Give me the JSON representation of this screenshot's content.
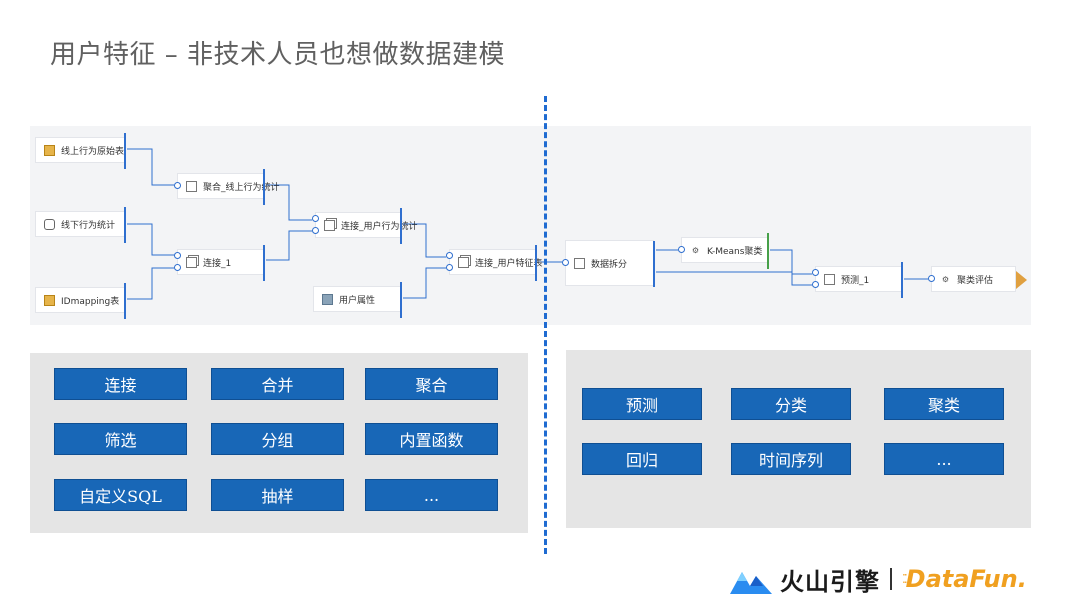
{
  "title": "用户特征 – 非技术人员也想做数据建模",
  "flow": {
    "nodes": {
      "online_raw": "线上行为原始表",
      "agg_online": "聚合_线上行为统计",
      "offline": "线下行为统计",
      "join_1": "连接_1",
      "join_user_stats": "连接_用户行为统计",
      "idmapping": "IDmapping表",
      "user_attr": "用户属性",
      "join_user_feat": "连接_用户特征表",
      "split": "数据拆分",
      "kmeans": "K-Means聚类",
      "predict": "预测_1",
      "cluster_eval": "聚类评估"
    }
  },
  "left_panel": {
    "ops": [
      "连接",
      "合并",
      "聚合",
      "筛选",
      "分组",
      "内置函数",
      "自定义SQL",
      "抽样",
      "..."
    ]
  },
  "right_panel": {
    "ops": [
      "预测",
      "分类",
      "聚类",
      "回归",
      "时间序列",
      "..."
    ]
  },
  "logo": {
    "brand": "火山引擎",
    "partner": "DataFun."
  },
  "colors": {
    "op_button": "#1867b7",
    "divider": "#1f6bd1",
    "panel_bg": "#e5e5e5",
    "canvas_bg": "#f3f4f6",
    "port_blue": "#2f6fcf",
    "port_green": "#46a049",
    "datafun_orange": "#f0a020"
  },
  "icons": [
    "source-table-icon",
    "database-icon",
    "aggregate-icon",
    "join-icon",
    "image-icon",
    "gear-icon",
    "chart-icon",
    "split-icon",
    "volcano-logo-icon"
  ]
}
